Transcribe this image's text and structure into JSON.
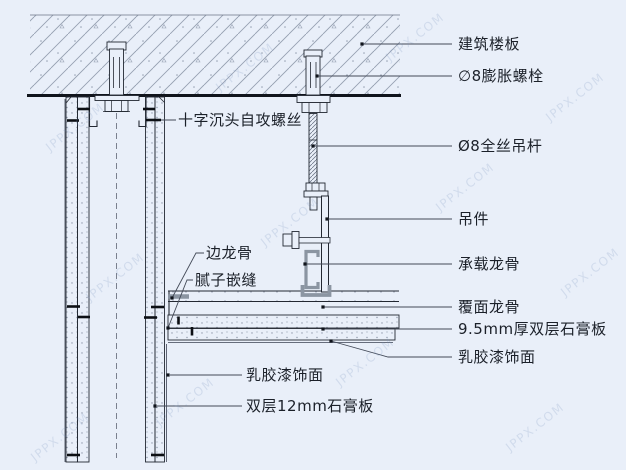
{
  "watermark": {
    "text": "JPPX.COM"
  },
  "colors": {
    "background": "#e9eff9",
    "line": "#232832",
    "steel_gray": "#8b95a2",
    "leader": "#434a58",
    "label_text": "#1b2029"
  },
  "labels": {
    "right": [
      {
        "text": "建筑楼板"
      },
      {
        "text": "∅8膨胀螺栓"
      },
      {
        "text": "Ø8全丝吊杆"
      },
      {
        "text": "吊件"
      },
      {
        "text": "承载龙骨"
      },
      {
        "text": "覆面龙骨"
      },
      {
        "text": "9.5mm厚双层石膏板"
      },
      {
        "text": "乳胶漆饰面"
      }
    ],
    "left": [
      {
        "text": "十字沉头自攻螺丝"
      },
      {
        "text": "边龙骨"
      },
      {
        "text": "腻子嵌缝"
      },
      {
        "text": "乳胶漆饰面"
      },
      {
        "text": "双层12mm石膏板"
      }
    ]
  }
}
